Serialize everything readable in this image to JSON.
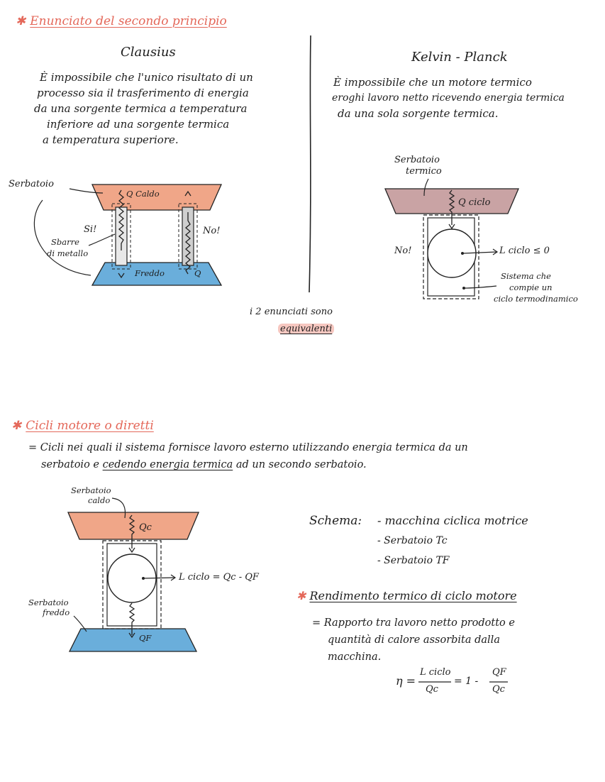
{
  "section1": {
    "title": "Enunciato del secondo principio",
    "clausius": {
      "title": "Clausius",
      "lines": [
        "È impossibile che l'unico risultato di un",
        "processo sia il trasferimento di energia",
        "da una sorgente termica a temperatura",
        "inferiore ad una sorgente termica",
        "a temperatura superiore."
      ],
      "labels": {
        "serbatoio": "Serbatoio",
        "q_caldo": "Q Caldo",
        "si": "Si!",
        "no": "No!",
        "sbarre_1": "Sbarre",
        "sbarre_2": "di metallo",
        "freddo": "Freddo",
        "q": "Q"
      }
    },
    "kelvin": {
      "title": "Kelvin - Planck",
      "lines": [
        "È impossibile che un motore termico",
        "eroghi lavoro netto ricevendo energia termica",
        "da una sola sorgente termica."
      ],
      "labels": {
        "serbatoio_1": "Serbatoio",
        "serbatoio_2": "termico",
        "q_ciclo": "Q ciclo",
        "no": "No!",
        "l_ciclo": "L ciclo ≤ 0",
        "sistema_1": "Sistema che",
        "sistema_2": "compie un",
        "sistema_3": "ciclo termodinamico"
      }
    },
    "equivalent": {
      "text": "i 2 enunciati sono",
      "highlight": "equivalenti"
    }
  },
  "section2": {
    "title": "Cicli motore o diretti",
    "definition_line1": "= Cicli nei quali il sistema fornisce lavoro esterno utilizzando energia termica da un",
    "definition_line2_pre": "serbatoio e",
    "definition_line2_ul": "cedendo energia termica",
    "definition_line2_post": "ad un secondo serbatoio.",
    "diagram": {
      "serbatoio_caldo_1": "Serbatoio",
      "serbatoio_caldo_2": "caldo",
      "qc": "Qc",
      "l_ciclo": "L ciclo = Qc - QF",
      "serbatoio_freddo_1": "Serbatoio",
      "serbatoio_freddo_2": "freddo",
      "qf": "QF"
    },
    "schema": {
      "label": "Schema:",
      "items": [
        "- macchina ciclica motrice",
        "- Serbatoio Tc",
        "- Serbatoio TF"
      ]
    },
    "rendimento": {
      "title": "Rendimento termico di ciclo motore",
      "lines": [
        "= Rapporto tra lavoro netto prodotto e",
        "quantità di calore assorbita dalla",
        "macchina."
      ],
      "formula": {
        "eta": "η =",
        "num1": "L ciclo",
        "den1": "Qc",
        "mid": "= 1 -",
        "num2": "QF",
        "den2": "Qc"
      }
    }
  },
  "colors": {
    "accent": "#e4685a",
    "hot": "#f0a688",
    "cold": "#6aaedb",
    "kelvin_reservoir": "#c9a3a4",
    "highlight": "#f6c7c0",
    "rod": "#d4d4d4"
  }
}
